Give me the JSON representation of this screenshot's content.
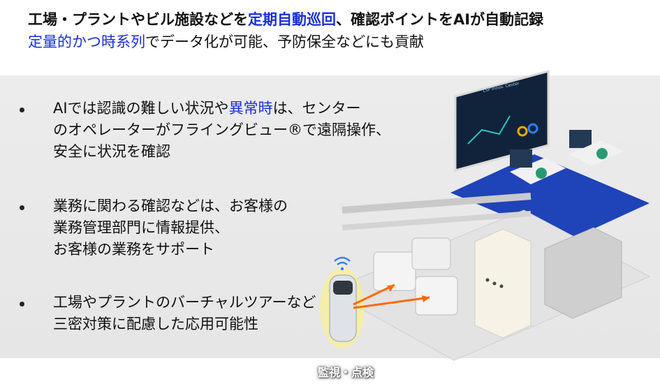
{
  "header": {
    "line1": [
      {
        "text": "工場・プラントやビル施設などを",
        "hl": false
      },
      {
        "text": "定期自動巡回",
        "hl": true
      },
      {
        "text": "、確認ポイントをAIが自動記録",
        "hl": false
      }
    ],
    "line2": [
      {
        "text": "定量的かつ時系列",
        "hl": true
      },
      {
        "text": "でデータ化が可能、予防保全などにも貢献",
        "hl": false
      }
    ]
  },
  "bullets": [
    {
      "lines": [
        [
          {
            "text": "AIでは認識の難しい状況や",
            "hl": false
          },
          {
            "text": "異常時",
            "hl": true
          },
          {
            "text": "は、センター",
            "hl": false
          }
        ],
        [
          {
            "text": "のオペレーターがフライングビュー®で遠隔操作、",
            "hl": false
          }
        ],
        [
          {
            "text": "安全に状況を確認",
            "hl": false
          }
        ]
      ]
    },
    {
      "lines": [
        [
          {
            "text": "業務に関わる確認などは、お客様の",
            "hl": false
          }
        ],
        [
          {
            "text": "業務管理部門に情報提供、",
            "hl": false
          }
        ],
        [
          {
            "text": "お客様の業務をサポート",
            "hl": false
          }
        ]
      ]
    },
    {
      "lines": [
        [
          {
            "text": "工場やプラントのバーチャルツアーなど",
            "hl": false
          }
        ],
        [
          {
            "text": "三密対策に配慮した応用可能性",
            "hl": false
          }
        ]
      ]
    }
  ],
  "illustration": {
    "screen_title": "LSP Innov. Center",
    "caption": "監視・点検"
  },
  "colors": {
    "highlight": "#1a2fd6",
    "panel": "#e8e8e8",
    "screen": "#10233a",
    "arrow": "#ff6a00",
    "robot_glow": "#fff27a"
  }
}
